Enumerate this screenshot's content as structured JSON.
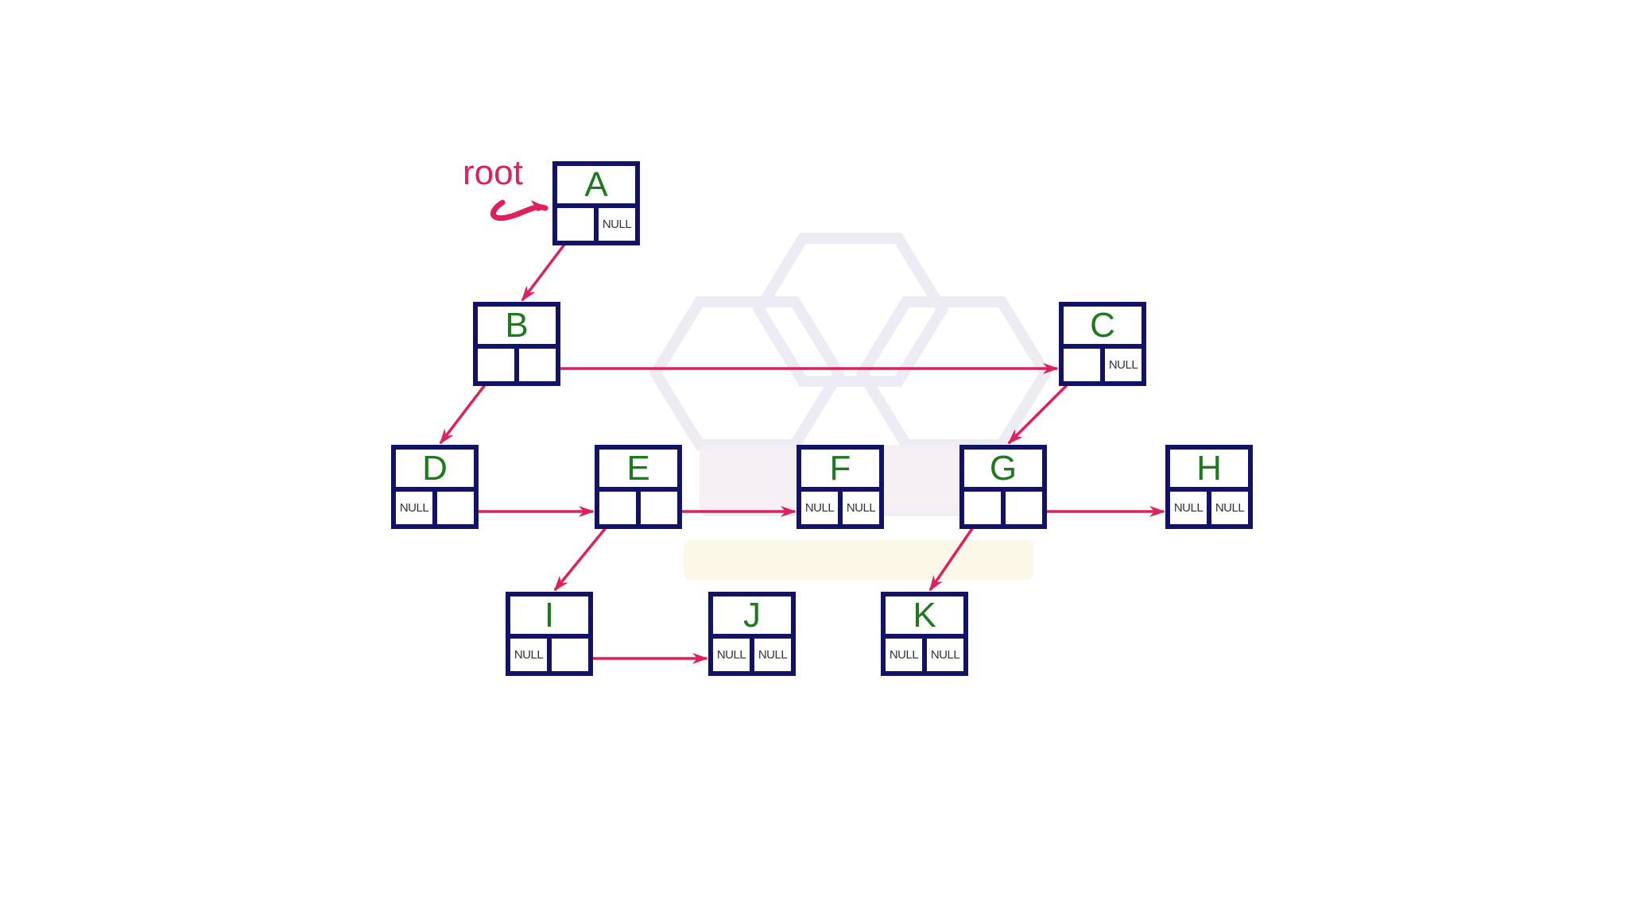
{
  "root_label": "root",
  "null_text": "NULL",
  "colors": {
    "node_border": "#121266",
    "node_label": "#1e7a1e",
    "arrow": "#e0205a",
    "root_label": "#e0205a",
    "null_text": "#333333"
  },
  "nodes": [
    {
      "id": "A",
      "label": "A",
      "left_null": false,
      "right_null": true
    },
    {
      "id": "B",
      "label": "B",
      "left_null": false,
      "right_null": false
    },
    {
      "id": "C",
      "label": "C",
      "left_null": false,
      "right_null": true
    },
    {
      "id": "D",
      "label": "D",
      "left_null": true,
      "right_null": false
    },
    {
      "id": "E",
      "label": "E",
      "left_null": false,
      "right_null": false
    },
    {
      "id": "F",
      "label": "F",
      "left_null": true,
      "right_null": true
    },
    {
      "id": "G",
      "label": "G",
      "left_null": false,
      "right_null": false
    },
    {
      "id": "H",
      "label": "H",
      "left_null": true,
      "right_null": true
    },
    {
      "id": "I",
      "label": "I",
      "left_null": true,
      "right_null": false
    },
    {
      "id": "J",
      "label": "J",
      "left_null": true,
      "right_null": true
    },
    {
      "id": "K",
      "label": "K",
      "left_null": true,
      "right_null": true
    }
  ],
  "edges": [
    {
      "from": "A",
      "to": "B",
      "pointer": "left"
    },
    {
      "from": "B",
      "to": "D",
      "pointer": "left"
    },
    {
      "from": "B",
      "to": "C",
      "pointer": "right"
    },
    {
      "from": "C",
      "to": "G",
      "pointer": "left"
    },
    {
      "from": "D",
      "to": "E",
      "pointer": "right"
    },
    {
      "from": "E",
      "to": "I",
      "pointer": "left"
    },
    {
      "from": "E",
      "to": "F",
      "pointer": "right"
    },
    {
      "from": "G",
      "to": "K",
      "pointer": "left"
    },
    {
      "from": "G",
      "to": "H",
      "pointer": "right"
    },
    {
      "from": "I",
      "to": "J",
      "pointer": "right"
    }
  ]
}
